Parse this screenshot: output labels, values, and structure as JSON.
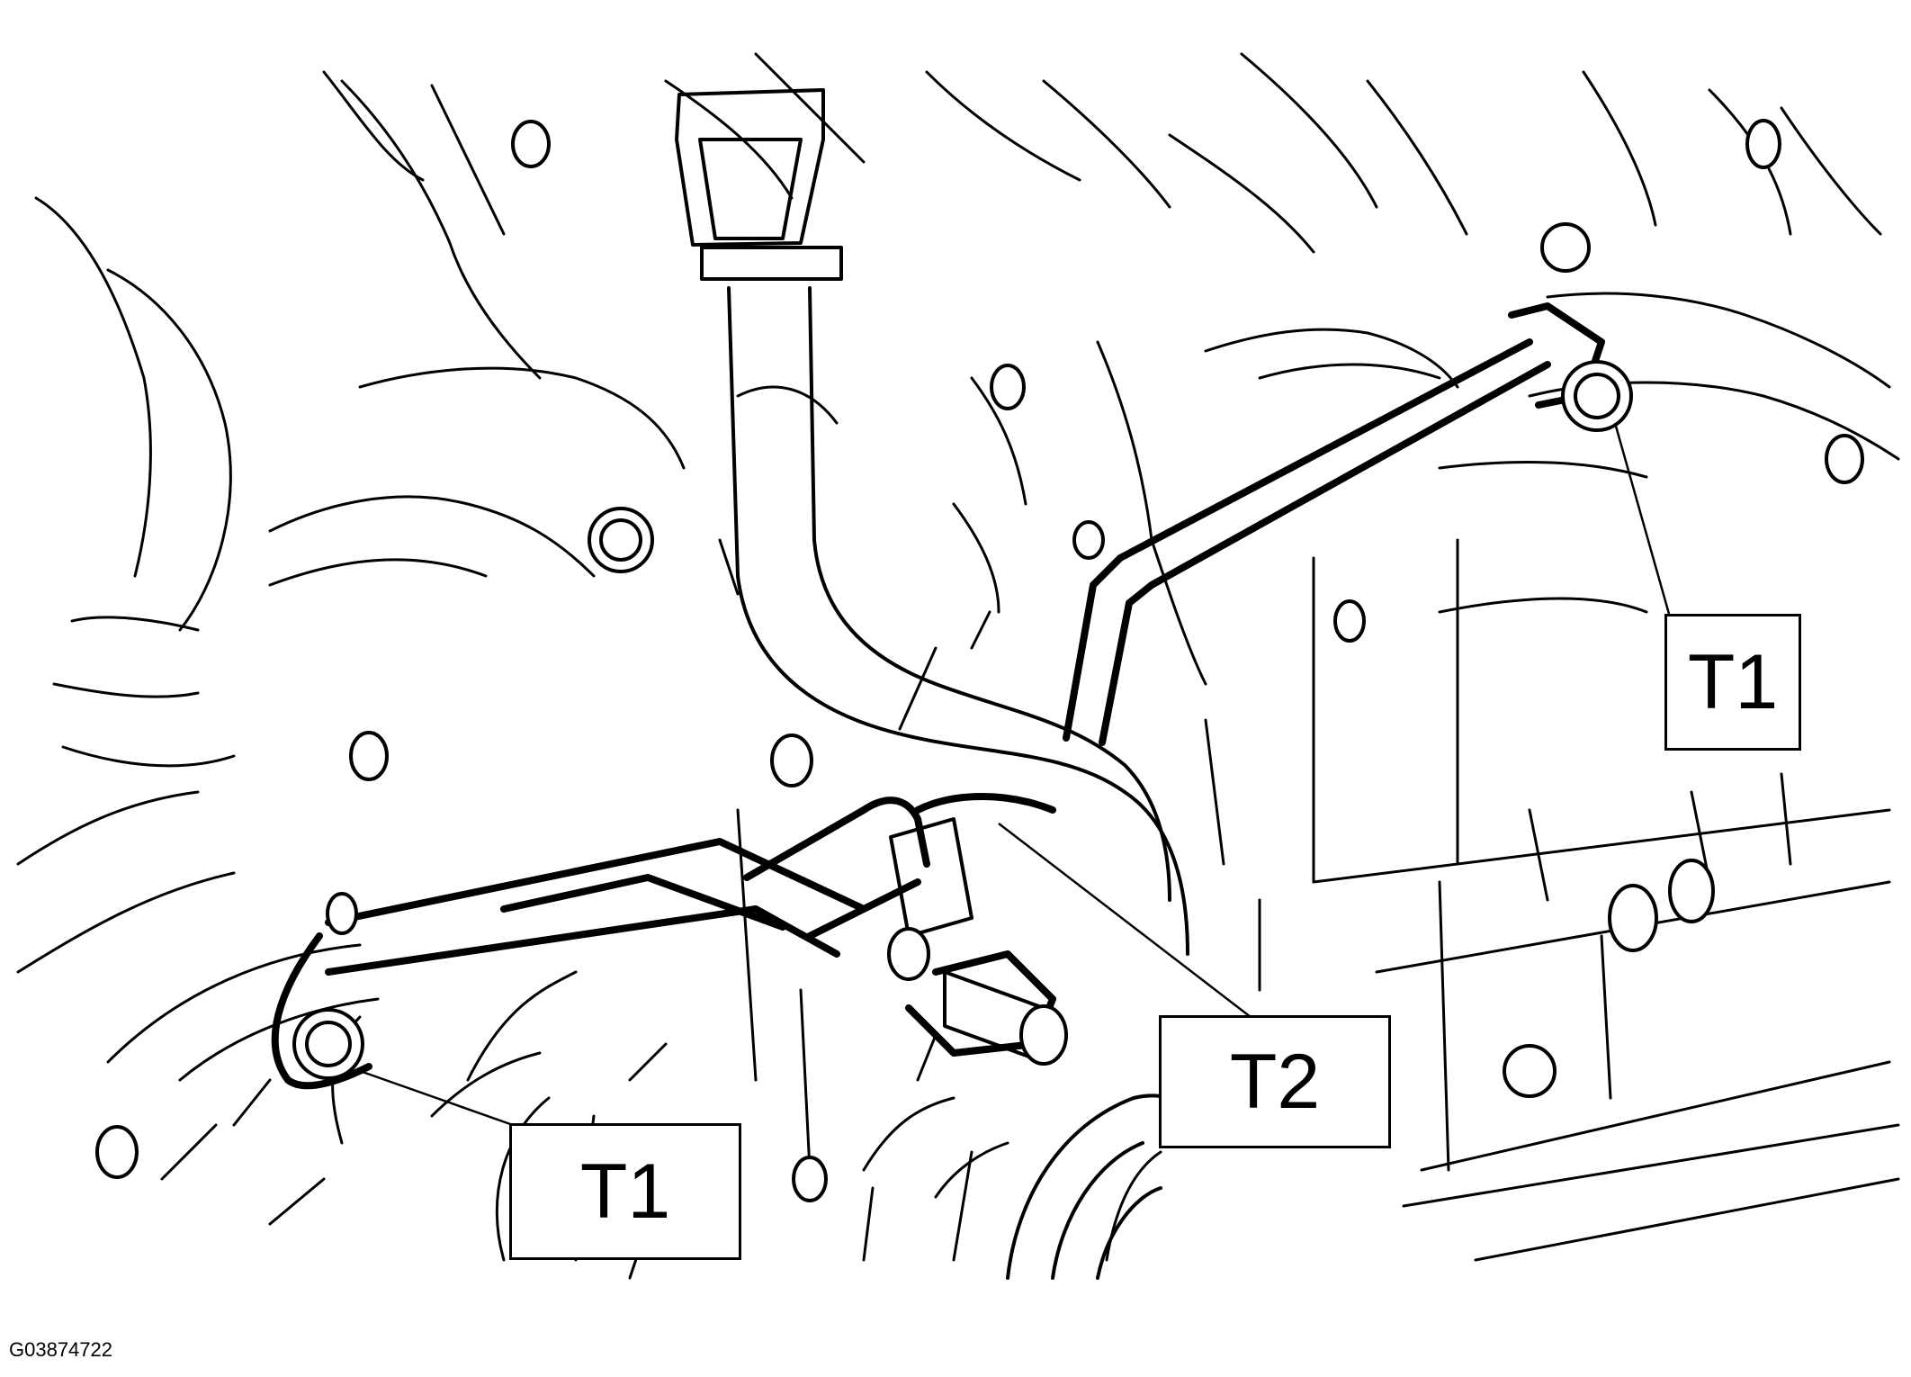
{
  "callouts": {
    "t1_right": "T1",
    "t2": "T2",
    "t1_left": "T1"
  },
  "figure_id": "G03874722"
}
